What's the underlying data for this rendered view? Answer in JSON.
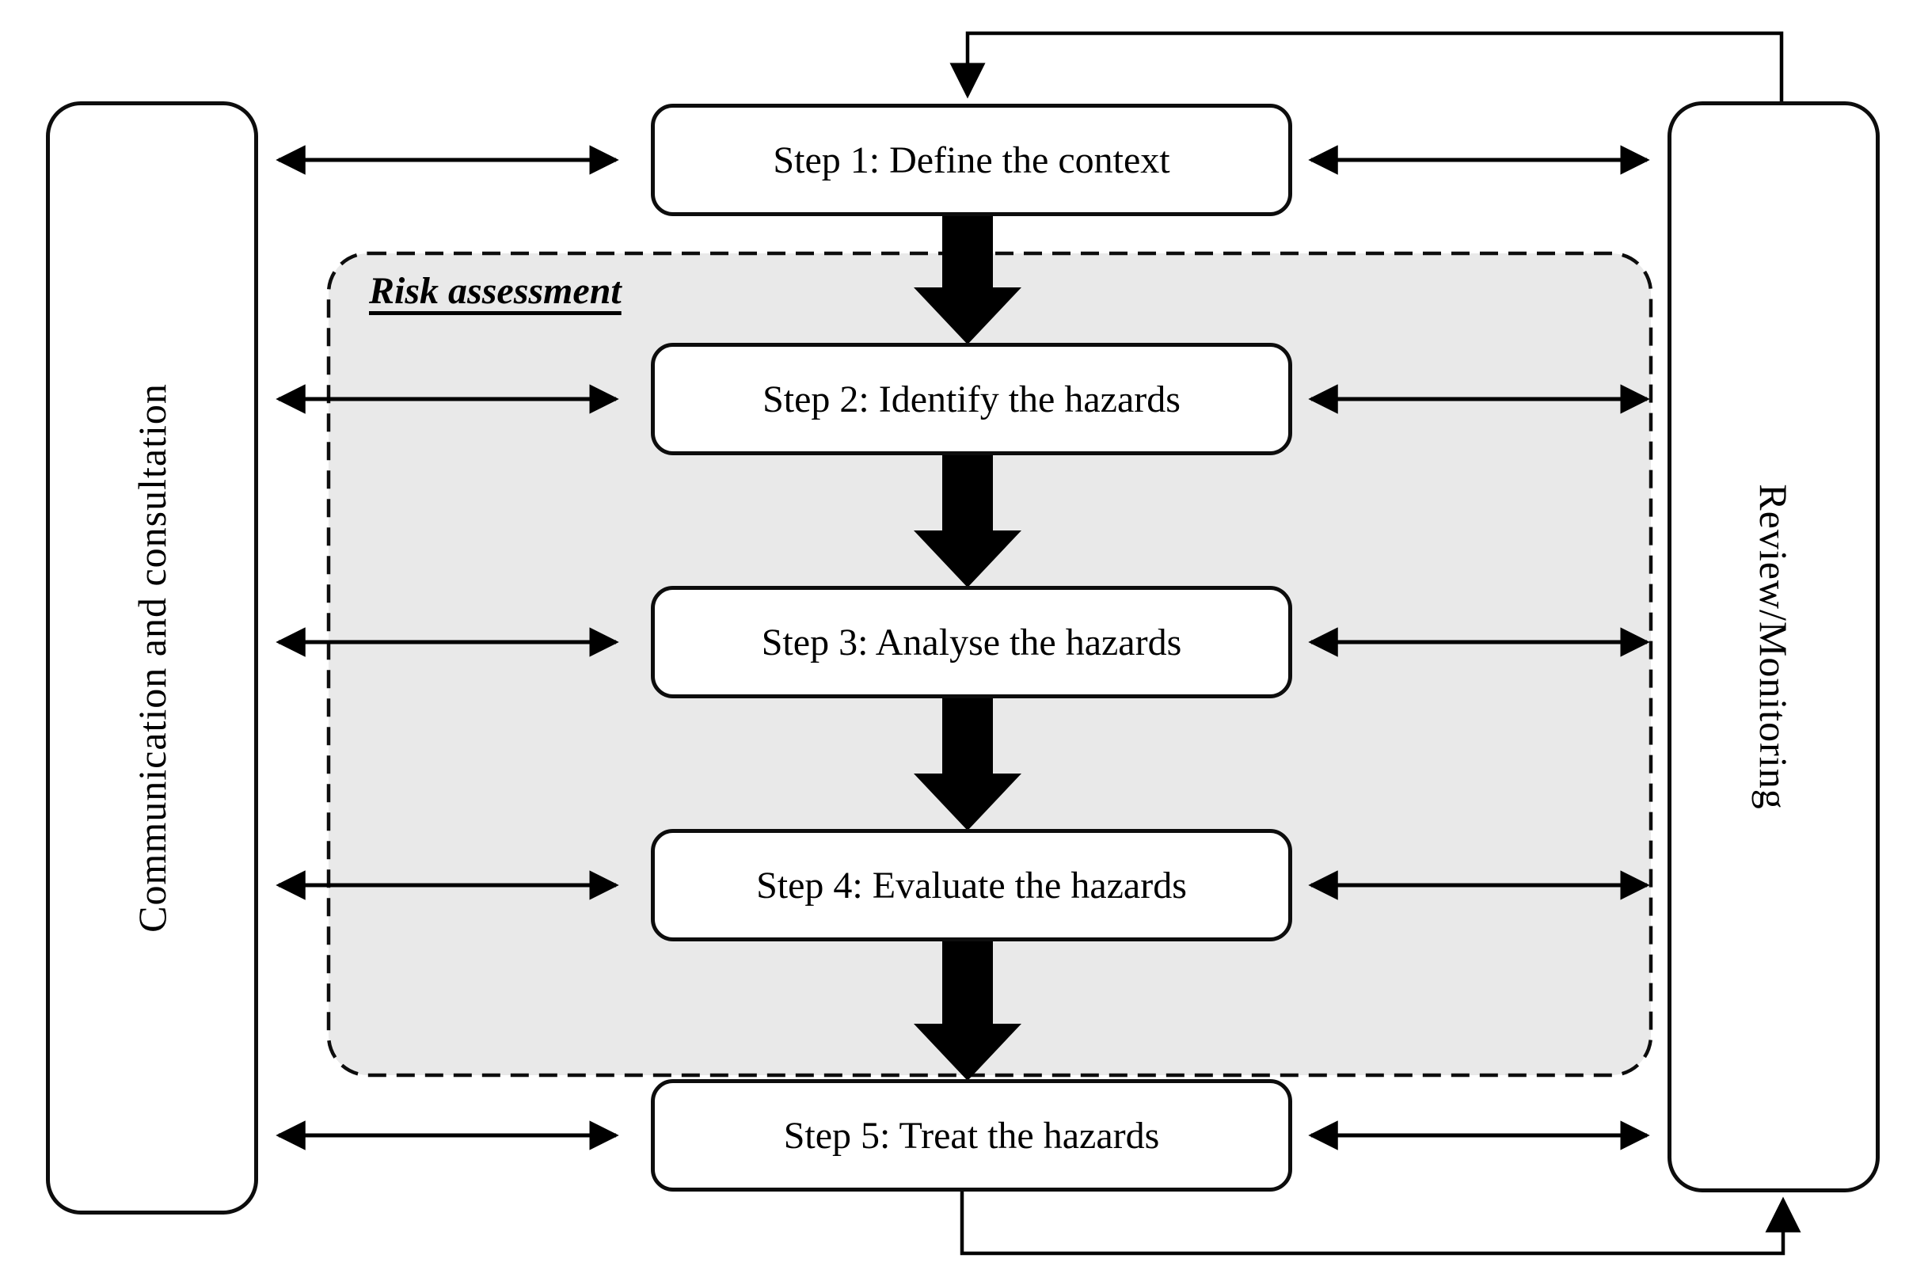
{
  "diagram": {
    "assessment_zone_label": "Risk assessment",
    "left_panel": {
      "label": "Communication and consultation"
    },
    "right_panel": {
      "label": "Review/Monitoring"
    },
    "steps": [
      {
        "label": "Step 1: Define the context"
      },
      {
        "label": "Step 2: Identify the hazards"
      },
      {
        "label": "Step 3: Analyse the hazards"
      },
      {
        "label": "Step 4: Evaluate the hazards"
      },
      {
        "label": "Step 5: Treat the hazards"
      }
    ],
    "colors": {
      "line": "#000000",
      "box_border": "#0d0d0d",
      "box_fill": "#ffffff",
      "assessment_fill": "#e9e9e9",
      "background": "#ffffff"
    }
  }
}
